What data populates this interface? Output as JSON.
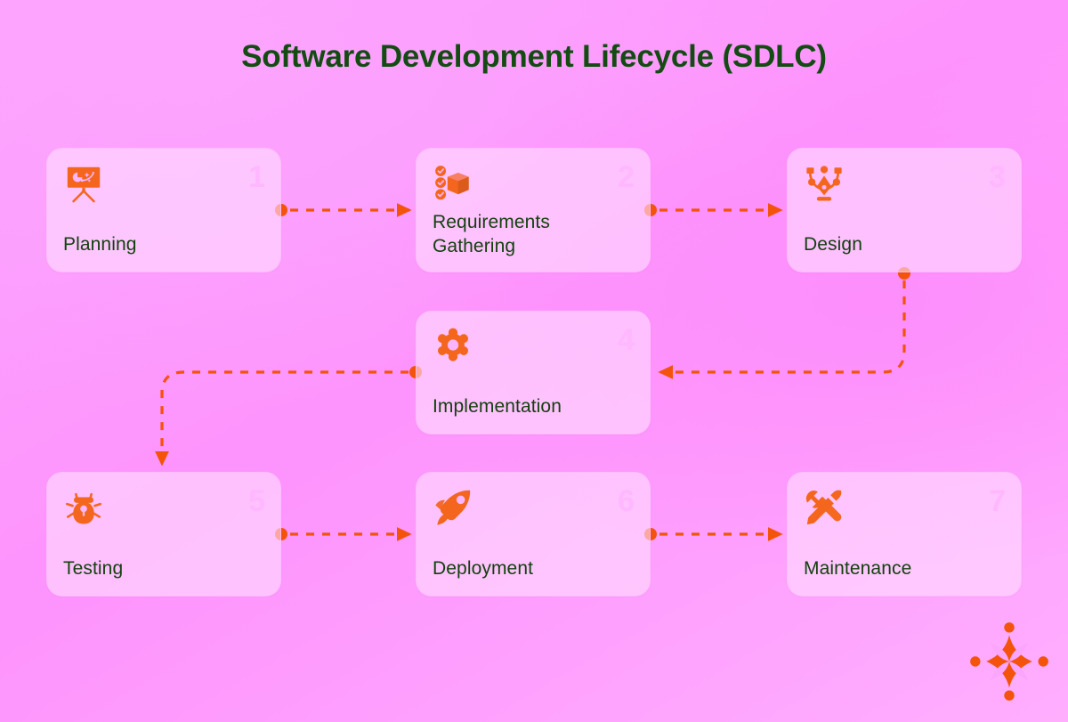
{
  "header": {
    "title": "Software Development Lifecycle (SDLC)",
    "title_color": "#134b12"
  },
  "theme": {
    "background_start": "#fca5fe",
    "background_mid": "#fd93fd",
    "background_end": "#ffaefe",
    "card_fill": "rgba(255,221,255,0.62)",
    "card_border": "rgba(255,188,255,0.85)",
    "accent_orange": "#f4661d",
    "connector_orange": "#f4530b",
    "number_pink": "#ffb7ff",
    "label_green": "#14400f"
  },
  "stages": [
    {
      "number": "1",
      "label": "Planning",
      "icon": "presentation-chart-icon"
    },
    {
      "number": "2",
      "label": "Requirements Gathering",
      "icon": "checklist-box-icon"
    },
    {
      "number": "3",
      "label": "Design",
      "icon": "pen-tool-icon"
    },
    {
      "number": "4",
      "label": "Implementation",
      "icon": "gear-icon"
    },
    {
      "number": "5",
      "label": "Testing",
      "icon": "bug-icon"
    },
    {
      "number": "6",
      "label": "Deployment",
      "icon": "rocket-icon"
    },
    {
      "number": "7",
      "label": "Maintenance",
      "icon": "tools-wrench-screwdriver-icon"
    }
  ],
  "connectors": [
    {
      "from": "1",
      "to": "2",
      "style": "dashed-arrow-right"
    },
    {
      "from": "2",
      "to": "3",
      "style": "dashed-arrow-right"
    },
    {
      "from": "3",
      "to": "4",
      "style": "dashed-elbow-down-left-arrow"
    },
    {
      "from": "4",
      "to": "5",
      "style": "dashed-elbow-left-down-arrow"
    },
    {
      "from": "5",
      "to": "6",
      "style": "dashed-arrow-right"
    },
    {
      "from": "6",
      "to": "7",
      "style": "dashed-arrow-right"
    }
  ],
  "brand": {
    "logo": "four-point-star-compass-logo",
    "logo_color": "#f4530b"
  }
}
